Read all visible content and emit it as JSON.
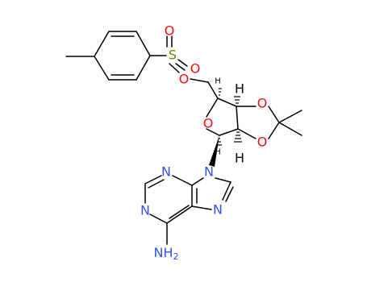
{
  "molecule": {
    "atom_labels": {
      "sulfur": "S",
      "sulfonyl_oxygen_top": "O",
      "sulfonyl_oxygen_bottom": "O",
      "ester_oxygen": "O",
      "ring_oxygen": "O",
      "dioxolane_oxygen_top": "O",
      "dioxolane_oxygen_bottom": "O",
      "stereo_h_top": "H",
      "stereo_h_bottom": "H",
      "stereo_h_left_top": "H",
      "stereo_h_left_bottom": "H",
      "n9": "N",
      "n3": "N",
      "n1": "N",
      "n7": "N",
      "amine": "NH",
      "amine_sub": "2"
    },
    "colors": {
      "bond": "#000000",
      "oxygen": "#ff0d0d",
      "nitrogen": "#3050f8",
      "sulfur": "#808000",
      "hydrogen": "#000000"
    }
  }
}
